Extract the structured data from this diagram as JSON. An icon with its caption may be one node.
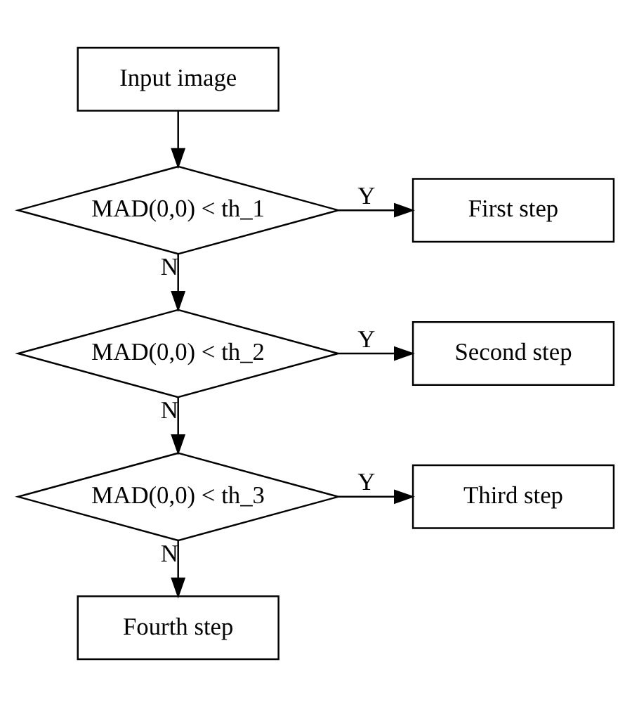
{
  "diagram": {
    "nodes": [
      {
        "text": [
          "Input image"
        ]
      },
      {
        "text": [
          "MAD(0,0) < th_1"
        ]
      },
      {
        "text": [
          "First step"
        ]
      },
      {
        "text": [
          "MAD(0,0) < th_2"
        ]
      },
      {
        "text": [
          "Second step"
        ]
      },
      {
        "text": [
          "MAD(0,0) < th_3"
        ]
      },
      {
        "text": [
          "Third step"
        ]
      },
      {
        "text": [
          "Fourth step"
        ]
      }
    ],
    "edges": [
      {
        "from": 0,
        "to": 1,
        "arrow": "to"
      },
      {
        "from": 1,
        "to": 2,
        "arrow": "to",
        "label": "Y"
      },
      {
        "from": 1,
        "to": 3,
        "arrow": "to",
        "label": "N"
      },
      {
        "from": 3,
        "to": 4,
        "arrow": "to",
        "label": "Y"
      },
      {
        "from": 3,
        "to": 5,
        "arrow": "to",
        "label": "N"
      },
      {
        "from": 5,
        "to": 6,
        "arrow": "to",
        "label": "Y"
      },
      {
        "from": 5,
        "to": 7,
        "arrow": "to",
        "label": "N"
      }
    ]
  }
}
